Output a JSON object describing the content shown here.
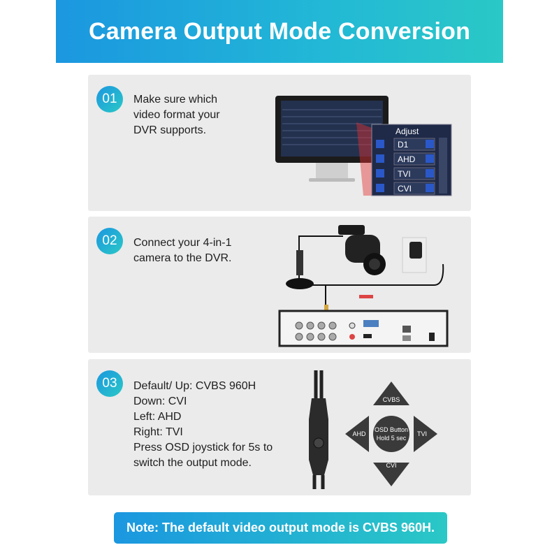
{
  "title": "Camera Output Mode Conversion",
  "steps": [
    {
      "number": "01",
      "lines": [
        "Make sure which",
        "video format your",
        "DVR supports."
      ]
    },
    {
      "number": "02",
      "lines": [
        "Connect your 4-in-1",
        "camera to the DVR."
      ]
    },
    {
      "number": "03",
      "lines": [
        "Default/ Up: CVBS 960H",
        "Down: CVI",
        "Left: AHD",
        "Right: TVI",
        "Press OSD joystick for 5s to",
        "switch the output mode."
      ]
    }
  ],
  "adjust_panel": {
    "header": "Adjust",
    "options": [
      "D1",
      "AHD",
      "TVI",
      "CVI"
    ]
  },
  "joystick": {
    "up": "CVBS",
    "down": "CVI",
    "left": "AHD",
    "right": "TVI",
    "center_line1": "OSD Button",
    "center_line2": "Hold 5 sec"
  },
  "note": "Note: The default video output mode is CVBS 960H.",
  "colors": {
    "accent_start": "#1b97e0",
    "accent_end": "#2ac8c6",
    "card_bg": "#ebebeb"
  }
}
